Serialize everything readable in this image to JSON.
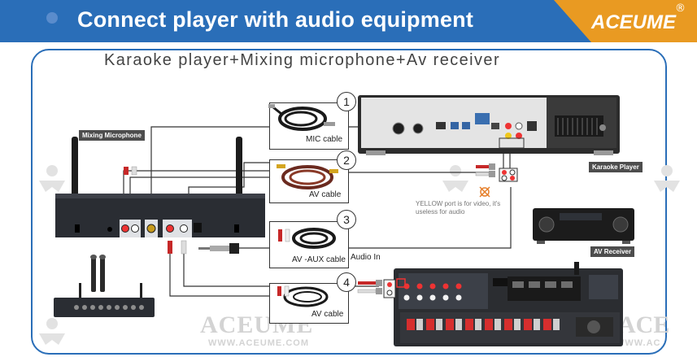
{
  "header": {
    "title": "Connect player with audio equipment",
    "logo": "ACEUME",
    "reg_mark": "®",
    "colors": {
      "banner": "#2a6eb8",
      "logo_bg": "#e99a22"
    }
  },
  "subtitle": "Karaoke player+Mixing microphone+Av receiver",
  "devices": {
    "mixer_label": "Mixing Microphone",
    "player_label": "Karaoke Player",
    "receiver_label": "AV Receiver"
  },
  "cables": [
    {
      "number": "1",
      "label": "MIC cable"
    },
    {
      "number": "2",
      "label": "AV cable"
    },
    {
      "number": "3",
      "label": "AV -AUX cable"
    },
    {
      "number": "4",
      "label": "AV cable"
    }
  ],
  "notes": {
    "yellow_port": "YELLOW port is for video, it's useless for audio",
    "audio_in": "Audio In"
  },
  "watermarks": {
    "brand": "ACEUME",
    "url": "WWW.ACEUME.COM"
  }
}
